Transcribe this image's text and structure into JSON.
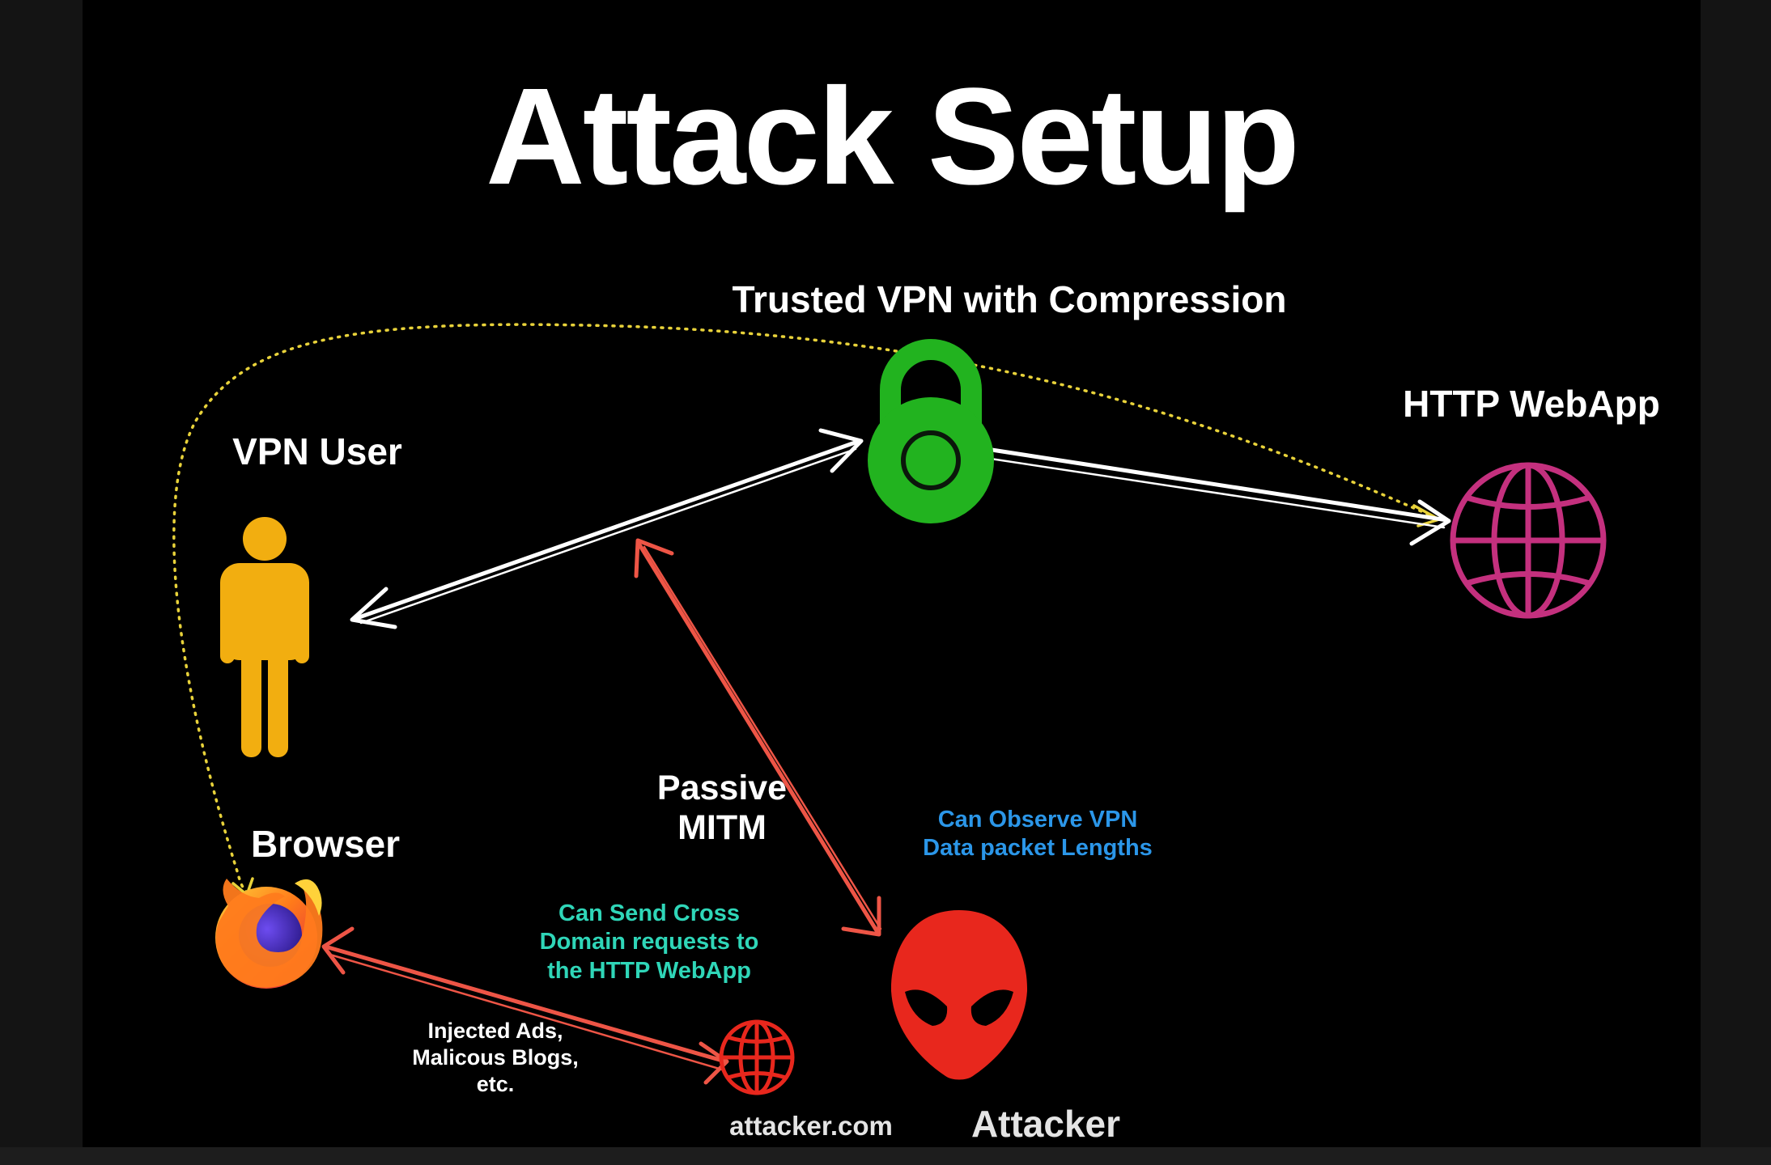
{
  "slide": {
    "title": "Attack Setup",
    "background_color": "#000000"
  },
  "nodes": {
    "vpn": {
      "label": "Trusted VPN with Compression",
      "icon": "padlock-icon",
      "color": "#22b31f"
    },
    "webapp": {
      "label": "HTTP WebApp",
      "icon": "globe-icon",
      "color": "#c4307e"
    },
    "user": {
      "label": "VPN User",
      "icon": "person-icon",
      "color": "#f2ae10"
    },
    "browser": {
      "label": "Browser",
      "icon": "firefox-logo-icon"
    },
    "attacker": {
      "label": "Attacker",
      "icon": "alien-head-icon",
      "color": "#e8271d"
    },
    "attacker_site": {
      "label": "attacker.com",
      "icon": "small-globe-icon",
      "color": "#e8271d"
    }
  },
  "annotations": {
    "passive_mitm": [
      "Passive",
      "MITM"
    ],
    "observe": [
      "Can Observe VPN",
      "Data packet Lengths"
    ],
    "cross_domain": [
      "Can Send Cross",
      "Domain requests to",
      "the HTTP WebApp"
    ],
    "injected": [
      "Injected Ads,",
      "Malicous Blogs,",
      "etc."
    ]
  },
  "colors": {
    "white_arrow": "#ffffff",
    "red_arrow": "#ee5546",
    "dotted_path": "#e8d23a",
    "observe_text": "#2b96e8",
    "cross_domain_text": "#2fd6b8"
  }
}
